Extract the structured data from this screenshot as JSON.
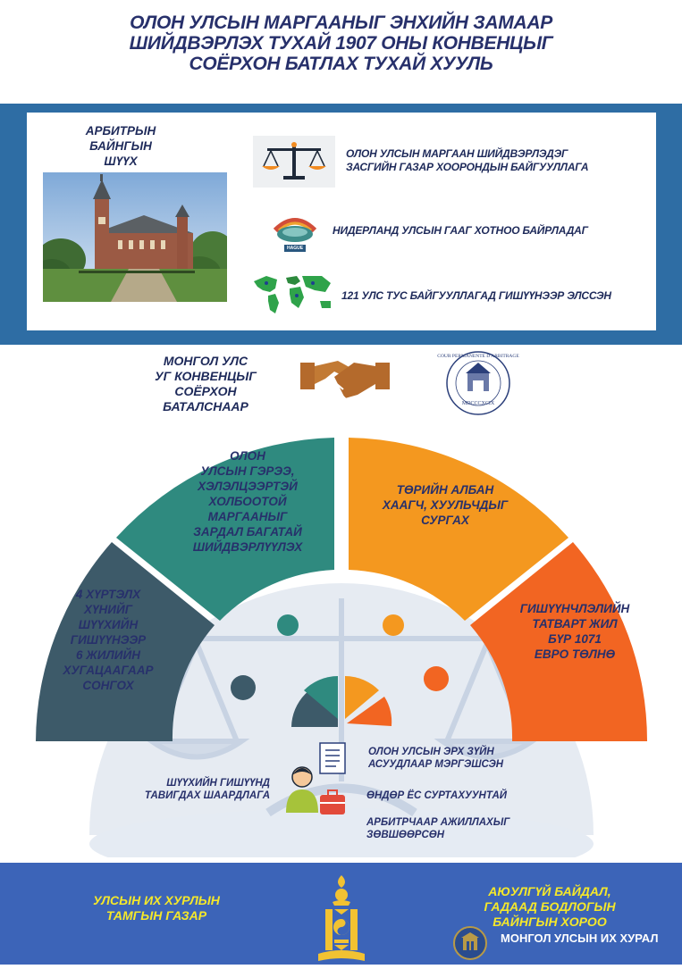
{
  "title": {
    "line1": "ОЛОН УЛСЫН МАРГААНЫГ ЭНХИЙН ЗАМААР",
    "line2": "ШИЙДВЭРЛЭХ ТУХАЙ 1907 ОНЫ КОНВЕНЦЫГ",
    "line3": "СОЁРХОН БАТЛАХ ТУХАЙ ХУУЛЬ"
  },
  "court": {
    "title_line1": "АРБИТРЫН",
    "title_line2": "БАЙНГЫН",
    "title_line3": "ШҮҮХ",
    "facts": [
      {
        "line1": "ОЛОН УЛСЫН МАРГААН ШИЙДВЭРЛЭДЭГ",
        "line2": "ЗАСГИЙН ГАЗАР ХООРОНДЫН БАЙГУУЛЛАГА"
      },
      {
        "line1": "НИДЕРЛАНД УЛСЫН ГААГ ХОТНОО БАЙРЛАДАГ"
      },
      {
        "line1": "121 УЛС ТУС БАЙГУУЛЛАГАД ГИШҮҮНЭЭР ЭЛССЭН"
      }
    ],
    "hague_label": "HAGUE"
  },
  "ratify": {
    "line1": "МОНГОЛ УЛС",
    "line2": "УГ КОНВЕНЦЫГ",
    "line3": "СОЁРХОН",
    "line4": "БАТАЛСНААР"
  },
  "seal": {
    "ring_text": "COUR PERMANENTE D'ARBITRAGE",
    "year_text": "MDCCCXCIX"
  },
  "segments": [
    {
      "lines": [
        "4 ХҮРТЭЛХ",
        "ХҮНИЙГ",
        "ШҮҮХИЙН",
        "ГИШҮҮНЭЭР",
        "6 ЖИЛИЙН",
        "ХУГАЦААГААР",
        "СОНГОХ"
      ],
      "color": "#3d5a69"
    },
    {
      "lines": [
        "ОЛОН",
        "УЛСЫН ГЭРЭЭ,",
        "ХЭЛЭЛЦЭЭРТЭЙ",
        "ХОЛБООТОЙ",
        "МАРГААНЫГ",
        "ЗАРДАЛ БАГАТАЙ",
        "ШИЙДВЭРЛҮҮЛЭХ"
      ],
      "color": "#2f8a7f"
    },
    {
      "lines": [
        "ТӨРИЙН АЛБАН",
        "ХААГЧ, ХУУЛЬЧДЫГ",
        "СУРГАХ"
      ],
      "color": "#f4981f"
    },
    {
      "lines": [
        "ГИШҮҮНЧЛЭЛИЙН",
        "ТАТВАРТ ЖИЛ",
        "БҮР 1071",
        "ЕВРО ТӨЛНӨ"
      ],
      "color": "#f26522"
    }
  ],
  "requirements": {
    "label_line1": "ШҮҮХИЙН ГИШҮҮНД",
    "label_line2": "ТАВИГДАХ ШААРДЛАГА",
    "items": [
      {
        "line1": "ОЛОН УЛСЫН  ЭРХ ЗҮЙН",
        "line2": "АСУУДЛААР МЭРГЭШСЭН"
      },
      {
        "line1": "ӨНДӨР ЁС СУРТАХУУНТАЙ"
      },
      {
        "line1": "АРБИТРЧААР АЖИЛЛАХЫГ",
        "line2": "ЗӨВШӨӨРСӨН"
      }
    ]
  },
  "footer": {
    "left_line1": "УЛСЫН ИХ ХУРЛЫН",
    "left_line2": "ТАМГЫН ГАЗАР",
    "right_line1": "АЮУЛГҮЙ БАЙДАЛ,",
    "right_line2": "ГАДААД БОДЛОГЫН",
    "right_line3": "БАЙНГЫН ХОРОО",
    "brand": "МОНГОЛ УЛСЫН ИХ ХУРАЛ"
  },
  "colors": {
    "navy": "#27306b",
    "frame_blue": "#2e6da4",
    "footer_blue": "#3c64b8",
    "footer_text": "#f5e82a",
    "slate": "#3d5a69",
    "teal": "#2f8a7f",
    "orange": "#f4981f",
    "orange_red": "#f26522"
  }
}
